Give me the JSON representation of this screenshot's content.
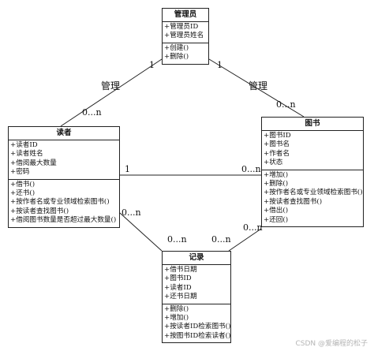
{
  "classes": {
    "admin": {
      "name": "管理员",
      "attributes": [
        "+管理员ID",
        "+管理员姓名"
      ],
      "methods": [
        "+创建()",
        "+删除()"
      ]
    },
    "reader": {
      "name": "读者",
      "attributes": [
        "+读者ID",
        "+读者姓名",
        "+借阅最大数量",
        "+密码"
      ],
      "methods": [
        "+借书()",
        "+还书()",
        "+按作者名或专业领域检索图书()",
        "+按读者查找图书()",
        "+借阅图书数量是否超过最大数量()"
      ]
    },
    "book": {
      "name": "图书",
      "attributes": [
        "+图书ID",
        "+图书名",
        "+作者名",
        "+状态"
      ],
      "methods": [
        "+增加()",
        "+删除()",
        "+按作者名或专业领域检索图书()",
        "+按读者查找图书()",
        "+借出()",
        "+还回()"
      ]
    },
    "record": {
      "name": "记录",
      "attributes": [
        "+借书日期",
        "+图书ID",
        "+读者ID",
        "+还书日期"
      ],
      "methods": [
        "+删除()",
        "+增加()",
        "+按读者ID检索图书()",
        "+按图书ID检索读者()"
      ]
    }
  },
  "associations": {
    "admin_reader": {
      "label": "管理",
      "admin_end": "1",
      "reader_end": "0...n"
    },
    "admin_book": {
      "label": "管理",
      "admin_end": "1",
      "book_end": "0...n"
    },
    "reader_book": {
      "reader_end": "1",
      "book_end": "0...n"
    },
    "reader_record": {
      "reader_end": "0...n",
      "record_end": "0...n"
    },
    "book_record": {
      "book_end": "0...n",
      "record_end": "0...n"
    }
  },
  "watermark": "CSDN @爱编程的松子"
}
